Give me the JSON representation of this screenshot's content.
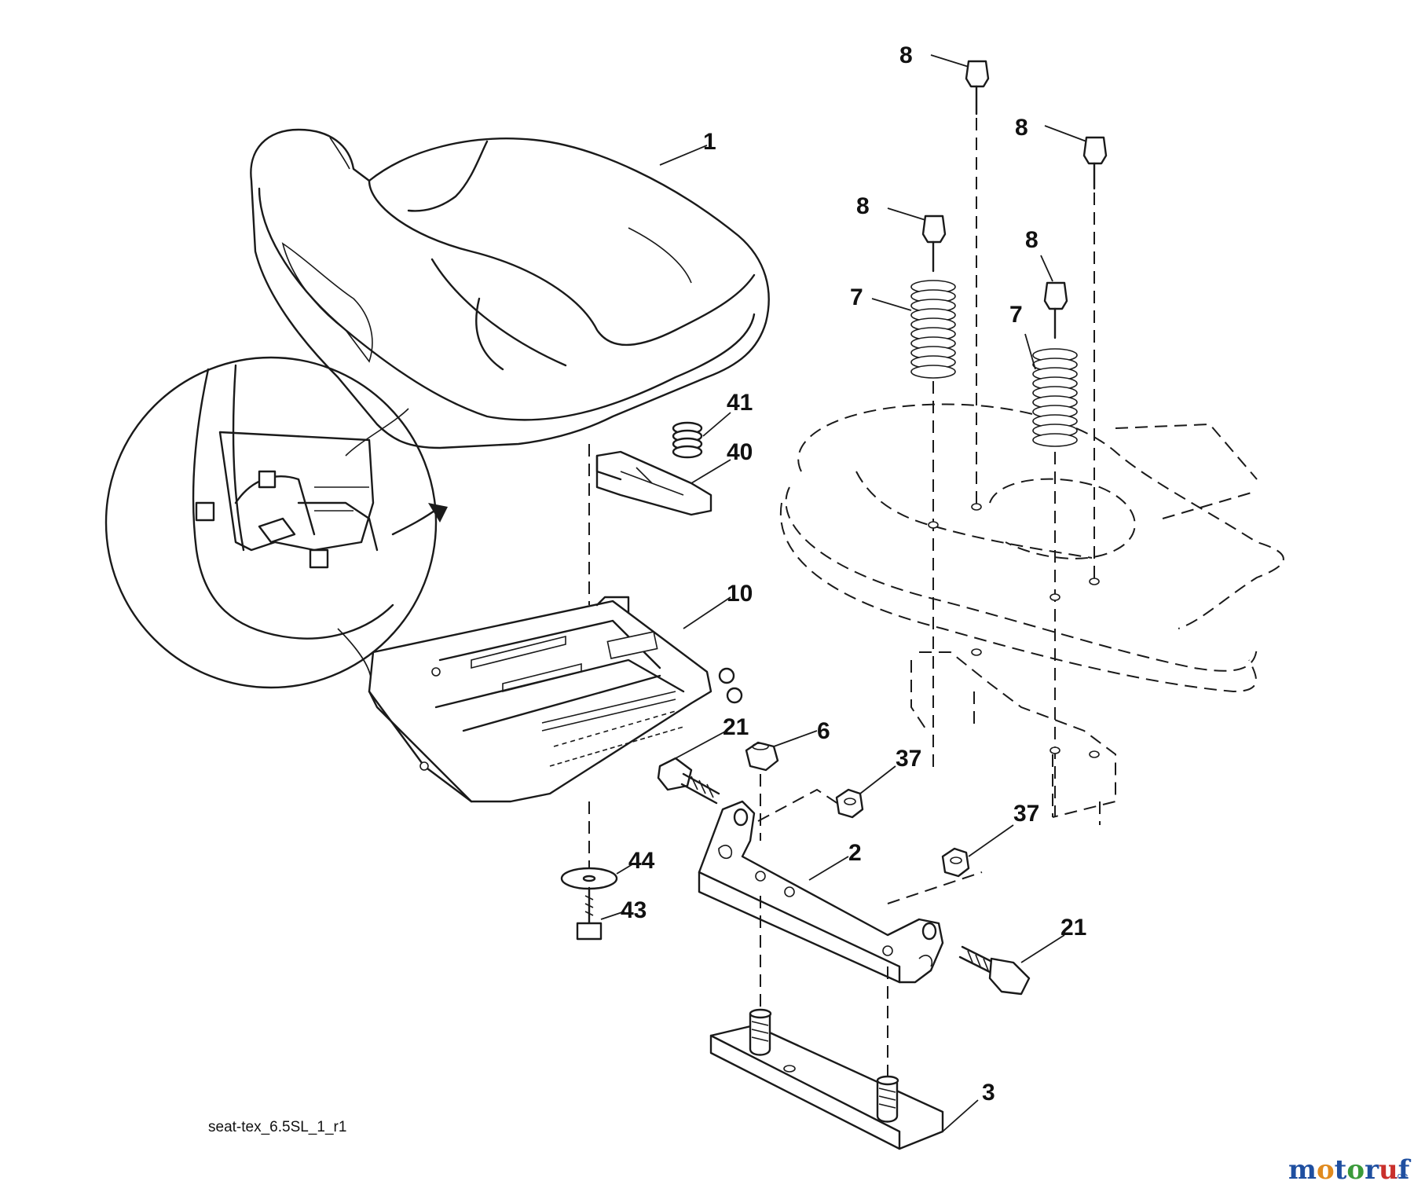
{
  "diagram": {
    "drawing_code": "seat-tex_6.5SL_1_r1",
    "watermark": {
      "main": "motoruf",
      "suffix": ".de",
      "colors": [
        "#1f4fa0",
        "#e08a1e",
        "#3a9a3a",
        "#c9302c"
      ]
    },
    "callouts": [
      {
        "id": "c-1",
        "text": "1"
      },
      {
        "id": "c-2",
        "text": "2"
      },
      {
        "id": "c-3",
        "text": "3"
      },
      {
        "id": "c-6",
        "text": "6"
      },
      {
        "id": "c-7a",
        "text": "7"
      },
      {
        "id": "c-7b",
        "text": "7"
      },
      {
        "id": "c-8a",
        "text": "8"
      },
      {
        "id": "c-8b",
        "text": "8"
      },
      {
        "id": "c-8c",
        "text": "8"
      },
      {
        "id": "c-8d",
        "text": "8"
      },
      {
        "id": "c-10",
        "text": "10"
      },
      {
        "id": "c-21a",
        "text": "21"
      },
      {
        "id": "c-21b",
        "text": "21"
      },
      {
        "id": "c-37a",
        "text": "37"
      },
      {
        "id": "c-37b",
        "text": "37"
      },
      {
        "id": "c-40",
        "text": "40"
      },
      {
        "id": "c-41",
        "text": "41"
      },
      {
        "id": "c-43",
        "text": "43"
      },
      {
        "id": "c-44",
        "text": "44"
      }
    ]
  }
}
